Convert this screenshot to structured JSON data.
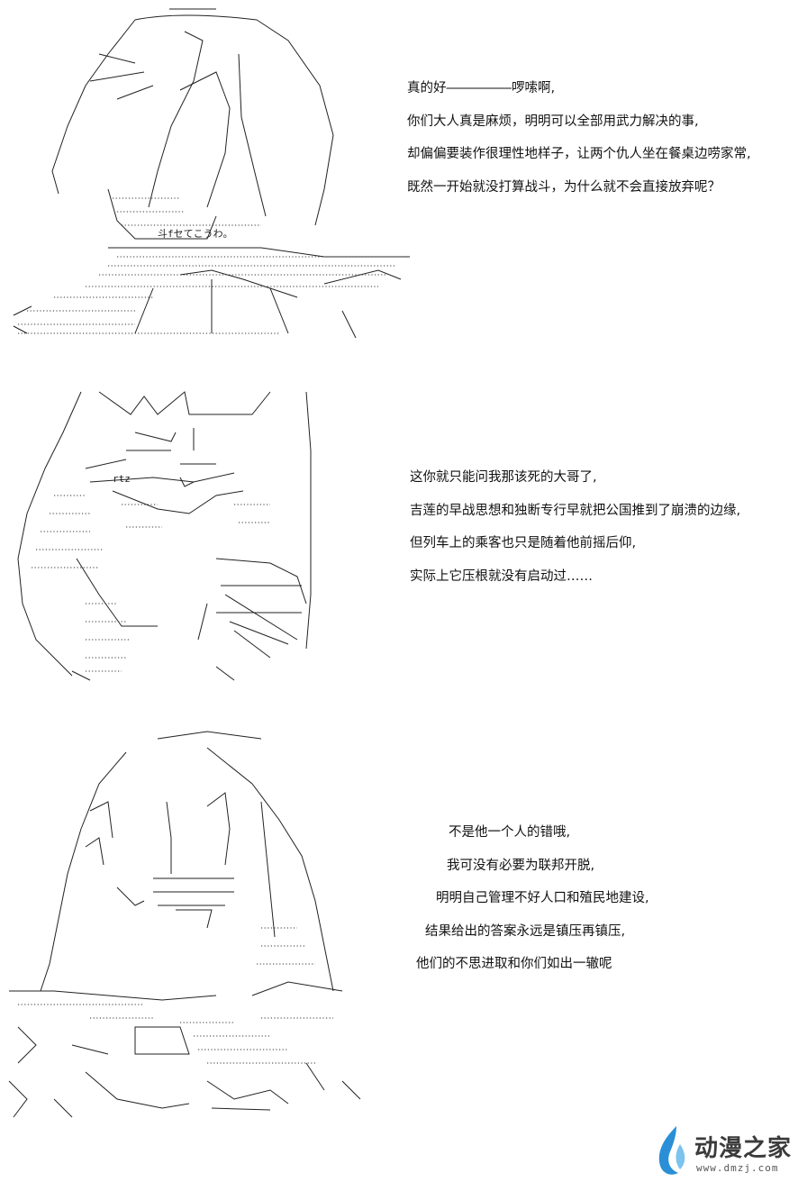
{
  "panels": [
    {
      "art": {
        "name": "ascii-art-character-1",
        "caption": "斗fセてこうわ。"
      },
      "lines": [
        "真的好―――――啰嗦啊,",
        "你们大人真是麻烦，明明可以全部用武力解决的事,",
        "却偏偏要装作很理性地样子，让两个仇人坐在餐桌边唠家常,",
        "既然一开始就没打算战斗，为什么就不会直接放弃呢？"
      ]
    },
    {
      "art": {
        "name": "ascii-art-character-2",
        "caption": "rtz"
      },
      "lines": [
        "这你就只能问我那该死的大哥了,",
        "吉莲的早战思想和独断专行早就把公国推到了崩溃的边缘,",
        "但列车上的乘客也只是随着他前摇后仰,",
        "实际上它压根就没有启动过……"
      ]
    },
    {
      "art": {
        "name": "ascii-art-character-3",
        "caption": ""
      },
      "lines": [
        "不是他一个人的错哦,",
        "我可没有必要为联邦开脱,",
        "明明自己管理不好人口和殖民地建设,",
        "结果给出的答案永远是镇压再镇压,",
        "他们的不思进取和你们如出一辙呢"
      ]
    }
  ],
  "watermark": {
    "brand": "动漫之家",
    "url": "www.dmzj.com",
    "color": "#2a8fd6"
  }
}
